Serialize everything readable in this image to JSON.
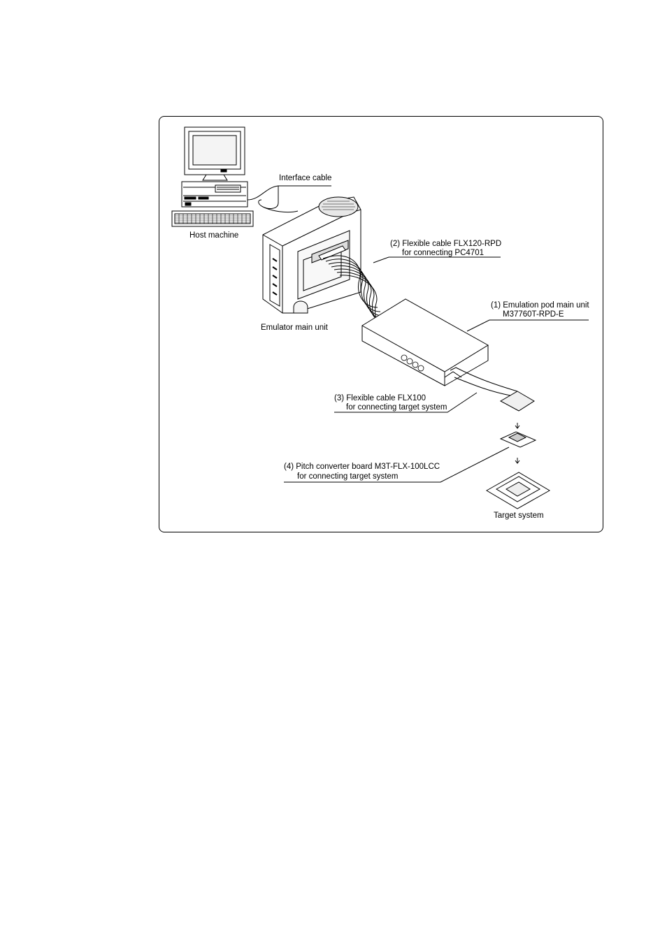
{
  "labels": {
    "interface_cable": "Interface cable",
    "host_machine": "Host machine",
    "emulator_main_unit": "Emulator main unit",
    "flex_cable_1": "(2) Flexible cable FLX120-RPD",
    "flex_cable_2": "for connecting PC4701",
    "pod_1": "(1) Emulation pod main unit",
    "pod_2": "M37760T-RPD-E",
    "flx100_1": "(3) Flexible cable FLX100",
    "flx100_2": "for connecting target system",
    "pitch_1": "(4) Pitch converter board M3T-FLX-100LCC",
    "pitch_2": "for connecting target system",
    "target_system": "Target system"
  }
}
